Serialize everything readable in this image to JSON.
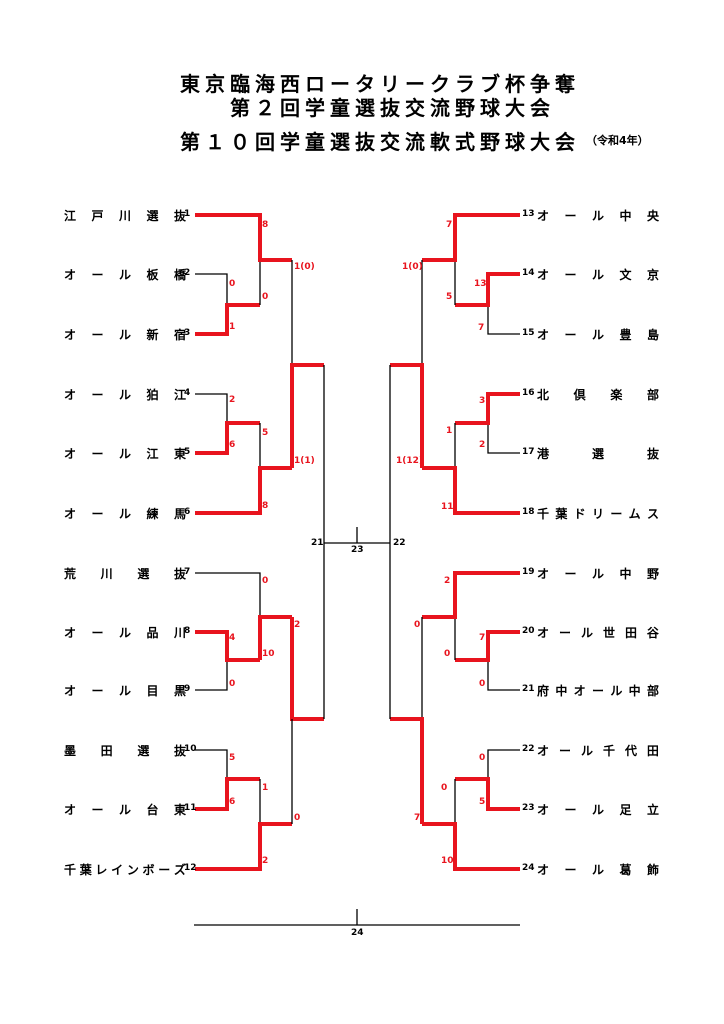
{
  "header": {
    "title_line1": "東京臨海西ロータリークラブ杯争奪",
    "title_line2": "第２回学童選抜交流野球大会",
    "title_line3": "第１０回学童選抜交流軟式野球大会",
    "era": "（令和4年）"
  },
  "colors": {
    "winner_line": "#e8141e",
    "loser_line": "#000000",
    "score_text": "#e8141e"
  },
  "left_teams": [
    {
      "seed": "1",
      "name": "江戸川選抜"
    },
    {
      "seed": "2",
      "name": "オール板橋"
    },
    {
      "seed": "3",
      "name": "オール新宿"
    },
    {
      "seed": "4",
      "name": "オール狛江"
    },
    {
      "seed": "5",
      "name": "オール江東"
    },
    {
      "seed": "6",
      "name": "オール練馬"
    },
    {
      "seed": "7",
      "name": "荒川選抜"
    },
    {
      "seed": "8",
      "name": "オール品川"
    },
    {
      "seed": "9",
      "name": "オール目黒"
    },
    {
      "seed": "10",
      "name": "墨田選抜"
    },
    {
      "seed": "11",
      "name": "オール台東"
    },
    {
      "seed": "12",
      "name": "千葉レインボーズ"
    }
  ],
  "right_teams": [
    {
      "seed": "13",
      "name": "オール中央"
    },
    {
      "seed": "14",
      "name": "オール文京"
    },
    {
      "seed": "15",
      "name": "オール豊島"
    },
    {
      "seed": "16",
      "name": "北倶楽部"
    },
    {
      "seed": "17",
      "name": "港選抜"
    },
    {
      "seed": "18",
      "name": "千葉ドリームス"
    },
    {
      "seed": "19",
      "name": "オール中野"
    },
    {
      "seed": "20",
      "name": "オール世田谷"
    },
    {
      "seed": "21",
      "name": "府中オール中部"
    },
    {
      "seed": "22",
      "name": "オール千代田"
    },
    {
      "seed": "23",
      "name": "オール足立"
    },
    {
      "seed": "24",
      "name": "オール葛飾"
    }
  ],
  "scores": {
    "left": {
      "m_2v3": {
        "team2": "0",
        "team3": "1"
      },
      "m_1vW": {
        "team1": "8",
        "w23": "0"
      },
      "m_4v5": {
        "team4": "2",
        "team5": "6"
      },
      "m_Wv6": {
        "w45": "5",
        "team6": "8"
      },
      "m_semi_top": {
        "upper": "1(0)",
        "lower": "1(1)"
      },
      "m_8v9": {
        "team8": "4",
        "team9": "0"
      },
      "m_7vW": {
        "team7": "0",
        "w89": "10"
      },
      "m_10v11": {
        "team10": "5",
        "team11": "6"
      },
      "m_Wv12": {
        "w1011": "1",
        "team12": "2"
      },
      "m_semi_bottom": {
        "upper": "2",
        "lower": "0"
      }
    },
    "right": {
      "m_14v15": {
        "team14": "13",
        "team15": "7"
      },
      "m_13vW": {
        "team13": "7",
        "w1415": "5"
      },
      "m_16v17": {
        "team16": "3",
        "team17": "2"
      },
      "m_Wv18": {
        "w1617": "1",
        "team18": "11"
      },
      "m_semi_top": {
        "upper": "1(0)",
        "lower": "1(12)"
      },
      "m_20v21": {
        "team20": "7",
        "team21": "0"
      },
      "m_19vW": {
        "team19": "2",
        "w2021": "0"
      },
      "m_22v23": {
        "team22": "0",
        "team23": "5"
      },
      "m_Wv24": {
        "w2223": "0",
        "team24": "10"
      },
      "m_semi_bottom": {
        "upper": "0",
        "lower": "7"
      }
    }
  },
  "match_numbers": {
    "left_final": "21",
    "right_final": "22",
    "final": "23",
    "third_place": "24"
  }
}
